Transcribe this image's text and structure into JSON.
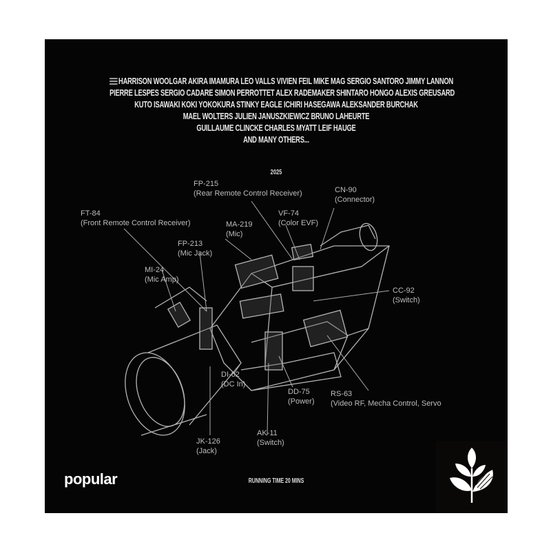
{
  "credits": [
    "HARRISON WOOLGAR  AKIRA IMAMURA LEO VALLS VIVIEN FEIL MIKE MAG SERGIO SANTORO JIMMY LANNON",
    "PIERRE LESPES SERGIO CADARE SIMON PERROTTET ALEX RADEMAKER SHINTARO HONGO ALEXIS GREUSARD",
    "KUTO ISAWAKI KOKI YOKOKURA STINKY EAGLE ICHIRI HASEGAWA ALEKSANDER BURCHAK",
    "MAEL WOLTERS JULIEN JANUSZKIEWICZ BRUNO LAHEURTE",
    "GUILLAUME CLINCKE CHARLES MYATT LEIF HAUGE",
    "AND MANY OTHERS..."
  ],
  "year": "2025",
  "labels": {
    "fp215": [
      "FP-215",
      "(Rear Remote Control Receiver)"
    ],
    "cn90": [
      "CN-90",
      "(Connector)"
    ],
    "ft84": [
      "FT-84",
      "(Front Remote Control Receiver)"
    ],
    "ma219": [
      "MA-219",
      "(Mic)"
    ],
    "vf74": [
      "VF-74",
      "(Color EVF)"
    ],
    "fp213": [
      "FP-213",
      "(Mic Jack)"
    ],
    "mi24": [
      "MI-24",
      "(Mic Amp)"
    ],
    "cc92": [
      "CC-92",
      "(Switch)"
    ],
    "rs63": [
      "RS-63",
      "(Video RF, Mecha Control, Servo"
    ],
    "di62": [
      "DI-62",
      "(DC In)"
    ],
    "dd75": [
      "DD-75",
      "(Power)"
    ],
    "jk126": [
      "JK-126",
      "(Jack)"
    ],
    "ak11": [
      "AK-11",
      "(Switch)"
    ]
  },
  "brand": "popular",
  "running_time": "RUNNING TIME 20 MINS",
  "colors": {
    "background": "#050505",
    "text": "#e8e8e8",
    "diagram": "#bdbdbd"
  }
}
